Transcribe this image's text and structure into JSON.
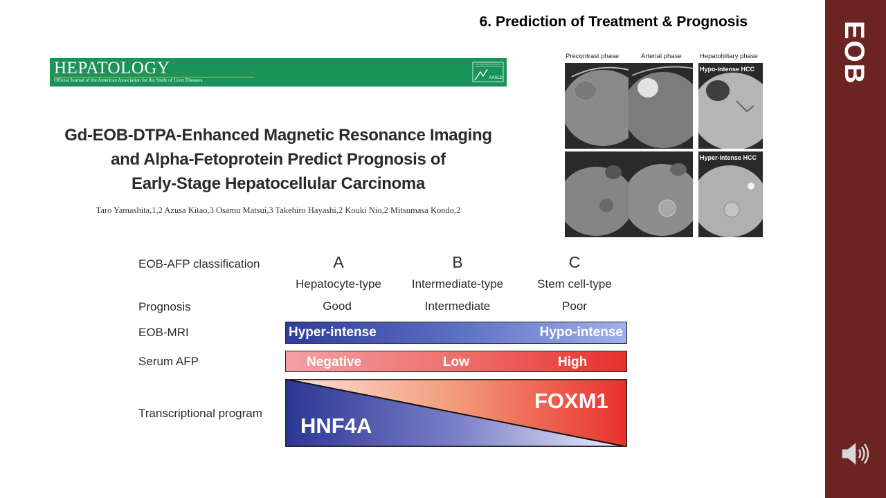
{
  "slide": {
    "title": "6. Prediction of Treatment & Prognosis",
    "sidebar_label": "EOB"
  },
  "journal": {
    "name": "HEPATOLOGY",
    "subtitle": "Official Journal of the American Association for the Study of Liver Diseases",
    "logo_text": "AASLD"
  },
  "paper": {
    "title_lines": [
      "Gd-EOB-DTPA-Enhanced Magnetic Resonance Imaging",
      "and Alpha-Fetoprotein Predict Prognosis of",
      "Early-Stage Hepatocellular Carcinoma"
    ],
    "authors": "Taro Yamashita,1,2 Azusa Kitao,3 Osamu Matsui,3 Takehiro Hayashi,2 Kouki Nio,2 Mitsumasa Kondo,2"
  },
  "mri_figure": {
    "phases": [
      "Precontrast phase",
      "Arterial phase",
      "Hepatobiliary phase"
    ],
    "row_labels": [
      "Hypo-intense HCC",
      "Hyper-intense HCC"
    ]
  },
  "classification": {
    "row_labels": {
      "eob_afp": "EOB-AFP classification",
      "prognosis": "Prognosis",
      "eob_mri": "EOB-MRI",
      "serum_afp": "Serum AFP",
      "transcriptional": "Transcriptional program"
    },
    "columns": [
      {
        "letter": "A",
        "type": "Hepatocyte-type",
        "prognosis": "Good"
      },
      {
        "letter": "B",
        "type": "Intermediate-type",
        "prognosis": "Intermediate"
      },
      {
        "letter": "C",
        "type": "Stem cell-type",
        "prognosis": "Poor"
      }
    ],
    "eob_mri_bar": {
      "left": "Hyper-intense",
      "right": "Hypo-intense"
    },
    "afp_bar": {
      "negative": "Negative",
      "low": "Low",
      "high": "High"
    },
    "transcription_bar": {
      "left": "HNF4A",
      "right": "FOXM1"
    },
    "colors": {
      "blue": "#2e3c9a",
      "red": "#e8302b",
      "sidebar": "#6b2422",
      "journal_green": "#18945a"
    }
  }
}
